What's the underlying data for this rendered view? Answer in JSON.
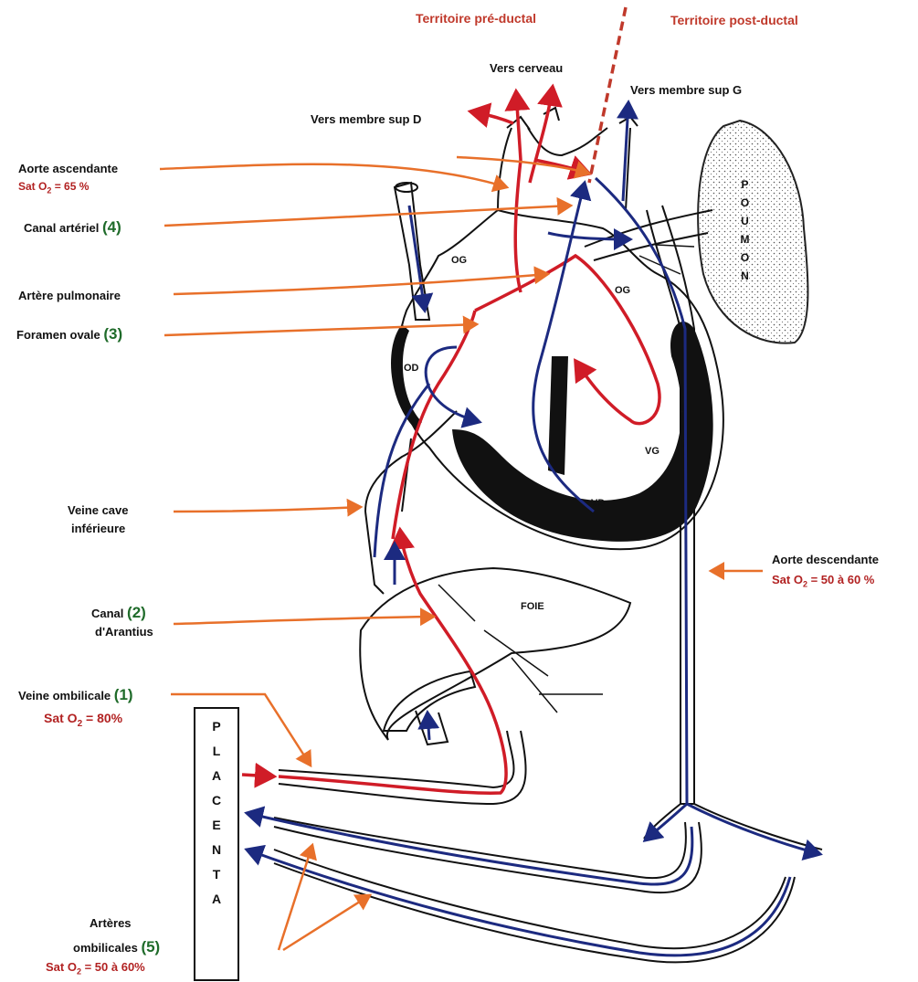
{
  "colors": {
    "red": "#d01c27",
    "blue": "#1c2a80",
    "orange": "#e8702a",
    "dark_red": "#b22222",
    "green": "#1f6b2a"
  },
  "territories": {
    "pre": "Territoire pré-ductal",
    "post": "Territoire post-ductal"
  },
  "destinations": {
    "brain": "Vers cerveau",
    "right_arm": "Vers membre sup D",
    "left_arm": "Vers membre sup G"
  },
  "labels": {
    "aorta_asc": {
      "name": "Aorte ascendante",
      "sat_prefix": "Sat O",
      "sat_suffix": " = 65 %"
    },
    "ductus": {
      "name": "Canal artériel",
      "num": "(4)"
    },
    "pulm_artery": {
      "name": "Artère pulmonaire"
    },
    "foramen": {
      "name": "Foramen ovale",
      "num": "(3)"
    },
    "ivc": {
      "line1": "Veine cave",
      "line2": "inférieure"
    },
    "arantius": {
      "line1": "Canal",
      "num": "(2)",
      "line2": "d'Arantius"
    },
    "umb_vein": {
      "name": "Veine ombilicale",
      "num": "(1)",
      "sat_prefix": "Sat O",
      "sat_suffix": " = 80%"
    },
    "umb_arteries": {
      "line1": "Artères",
      "line2": "ombilicales",
      "num": "(5)",
      "sat_prefix": "Sat O",
      "sat_suffix": " = 50 à 60%"
    },
    "aorta_desc": {
      "name": "Aorte descendante",
      "sat_prefix": "Sat O",
      "sat_suffix": " = 50 à 60 %"
    }
  },
  "organs": {
    "og_left": "OG",
    "og_right": "OG",
    "od": "OD",
    "vd": "VD",
    "vg": "VG",
    "liver": "FOIE"
  },
  "placenta_letters": [
    "P",
    "L",
    "A",
    "C",
    "E",
    "N",
    "T",
    "A"
  ],
  "lung_letters": [
    "P",
    "O",
    "U",
    "M",
    "O",
    "N"
  ]
}
